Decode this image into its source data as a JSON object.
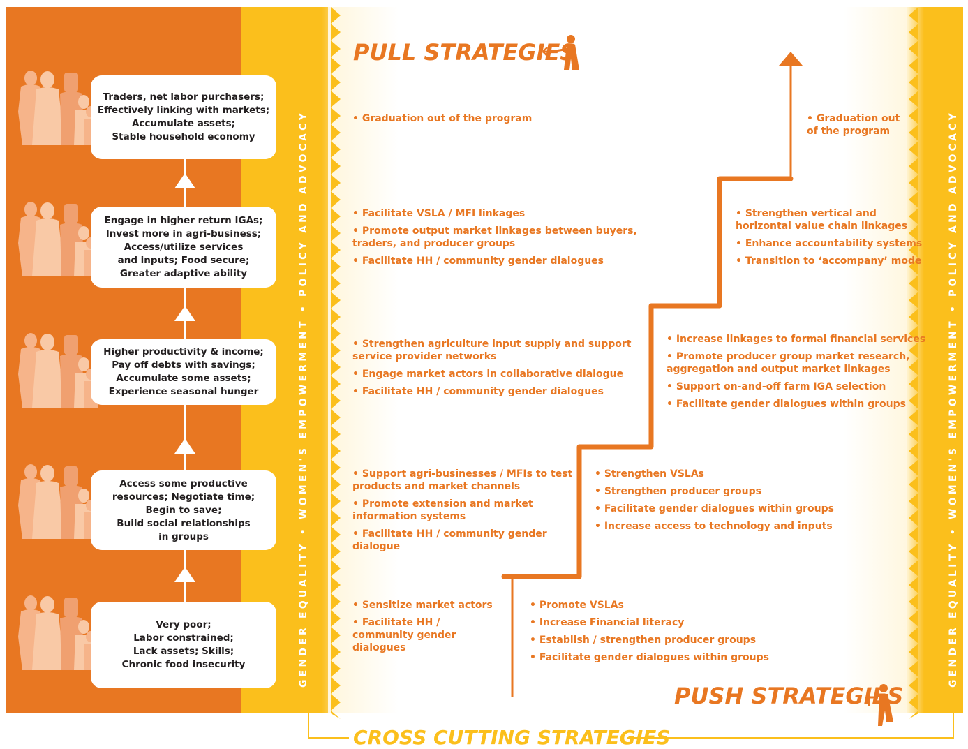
{
  "colors": {
    "orange": "#e87722",
    "yellow": "#fbbf1c",
    "text_dark": "#231f20"
  },
  "side_labels": {
    "left": "GENDER EQUALITY  •  WOMEN'S EMPOWERMENT  •  POLICY AND ADVOCACY",
    "right": "GENDER EQUALITY  •  WOMEN'S EMPOWERMENT  •  POLICY AND ADVOCACY"
  },
  "titles": {
    "pull": "PULL STRATEGIES",
    "push": "PUSH STRATEGIES",
    "cross": "CROSS CUTTING STRATEGIES"
  },
  "stages": [
    {
      "text": "Traders, net labor purchasers;\nEffectively linking with markets;\nAccumulate assets;\nStable household economy"
    },
    {
      "text": "Engage in higher return IGAs;\nInvest more in agri-business;\nAccess/utilize services\nand inputs; Food secure;\nGreater adaptive ability"
    },
    {
      "text": "Higher productivity & income;\nPay off debts with savings;\nAccumulate some assets;\nExperience seasonal hunger"
    },
    {
      "text": "Access some productive\nresources; Negotiate time;\nBegin to save;\nBuild social relationships\nin groups"
    },
    {
      "text": "Very poor;\nLabor constrained;\nLack assets; Skills;\nChronic food insecurity"
    }
  ],
  "pull_groups": [
    {
      "items": [
        "Graduation out of the program"
      ]
    },
    {
      "items": [
        "Facilitate VSLA / MFI linkages",
        "Promote output market linkages between buyers,\ntraders, and producer groups",
        "Facilitate HH / community gender dialogues"
      ]
    },
    {
      "items": [
        "Strengthen agriculture  input supply and support\nservice provider networks",
        "Engage market actors in collaborative dialogue",
        "Facilitate HH / community gender dialogues"
      ]
    },
    {
      "items": [
        "Support agri-businesses / MFIs to test\nproducts and market channels",
        "Promote extension and market\ninformation systems",
        "Facilitate HH / community gender\ndialogue"
      ]
    },
    {
      "items": [
        "Sensitize market actors",
        "Facilitate HH /\ncommunity gender\ndialogues"
      ]
    }
  ],
  "push_groups": [
    {
      "items": [
        "Graduation out\nof the program"
      ]
    },
    {
      "items": [
        "Strengthen vertical and\nhorizontal value chain linkages",
        "Enhance accountability systems",
        "Transition to ‘accompany’ mode"
      ]
    },
    {
      "items": [
        "Increase linkages to formal financial services",
        "Promote producer group market research,\naggregation and output market linkages",
        "Support on-and-off farm IGA selection",
        "Facilitate gender dialogues within groups"
      ]
    },
    {
      "items": [
        "Strengthen VSLAs",
        "Strengthen producer groups",
        "Facilitate gender dialogues within groups",
        "Increase access to technology and inputs"
      ]
    },
    {
      "items": [
        "Promote VSLAs",
        "Increase Financial literacy",
        "Establish / strengthen producer groups",
        "Facilitate gender dialogues within groups"
      ]
    }
  ]
}
